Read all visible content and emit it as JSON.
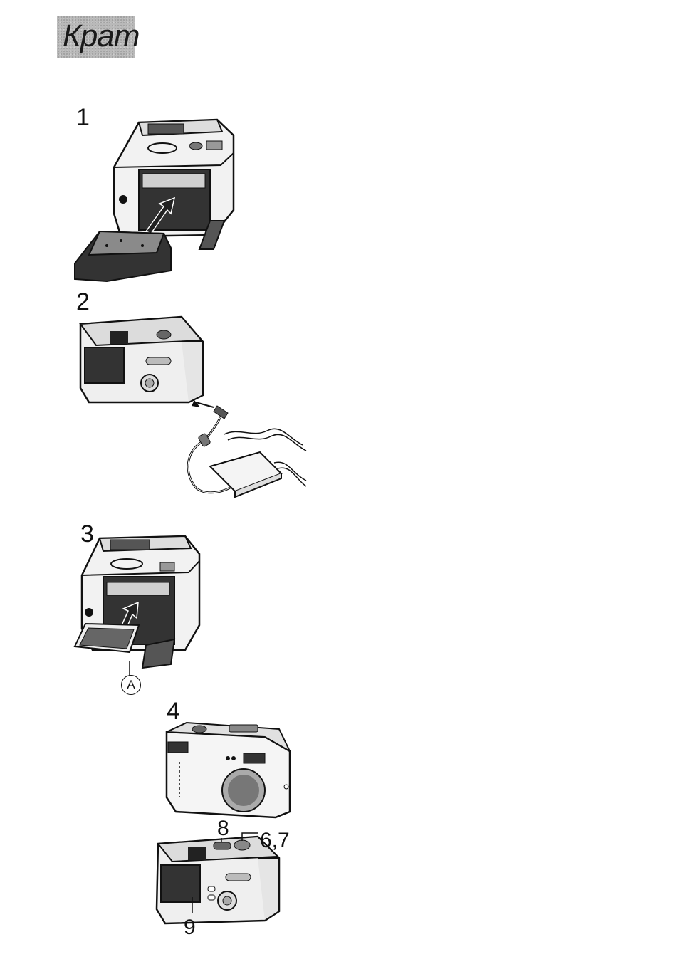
{
  "header": {
    "title": "Крат",
    "tab_color": "#b9b9b9"
  },
  "steps": [
    {
      "number": "1",
      "icon": "camera-battery-insert-icon"
    },
    {
      "number": "2",
      "icon": "camera-ac-adapter-icon"
    },
    {
      "number": "3",
      "icon": "camera-card-insert-icon"
    },
    {
      "number": "4",
      "icon": "camera-front-icon"
    },
    {
      "icon": "camera-top-controls-icon",
      "callouts": {
        "button_a": "8",
        "button_b": "6,7",
        "lcd": "9"
      }
    }
  ],
  "labels": {
    "card_slot": "A"
  }
}
